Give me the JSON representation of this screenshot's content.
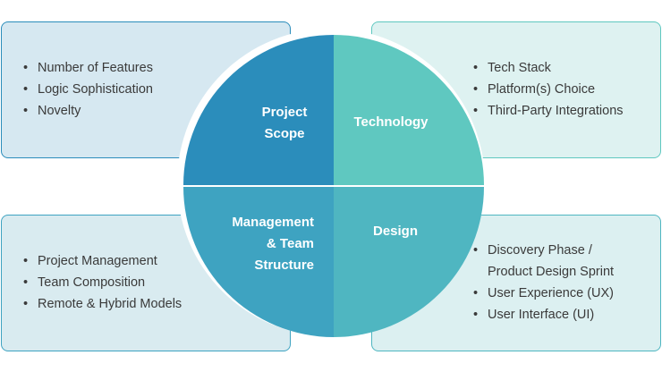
{
  "colors": {
    "project_scope": "#2b8dbb",
    "technology": "#5fc8c0",
    "management": "#3ea3c1",
    "design": "#4fb6c1",
    "text": "#3a3a3a"
  },
  "quadrants": {
    "top_left": {
      "title_lines": [
        "Project",
        "Scope"
      ],
      "items": [
        "Number of Features",
        "Logic Sophistication",
        "Novelty"
      ]
    },
    "top_right": {
      "title_lines": [
        "Technology"
      ],
      "items": [
        "Tech Stack",
        "Platform(s) Choice",
        "Third-Party Integrations"
      ]
    },
    "bottom_left": {
      "title_lines": [
        "Management",
        "& Team",
        "Structure"
      ],
      "items": [
        "Project Management",
        "Team Composition",
        "Remote & Hybrid Models"
      ]
    },
    "bottom_right": {
      "title_lines": [
        "Design"
      ],
      "items": [
        "Discovery Phase /",
        "Product Design Sprint",
        "User Experience (UX)",
        "User Interface (UI)"
      ]
    }
  }
}
